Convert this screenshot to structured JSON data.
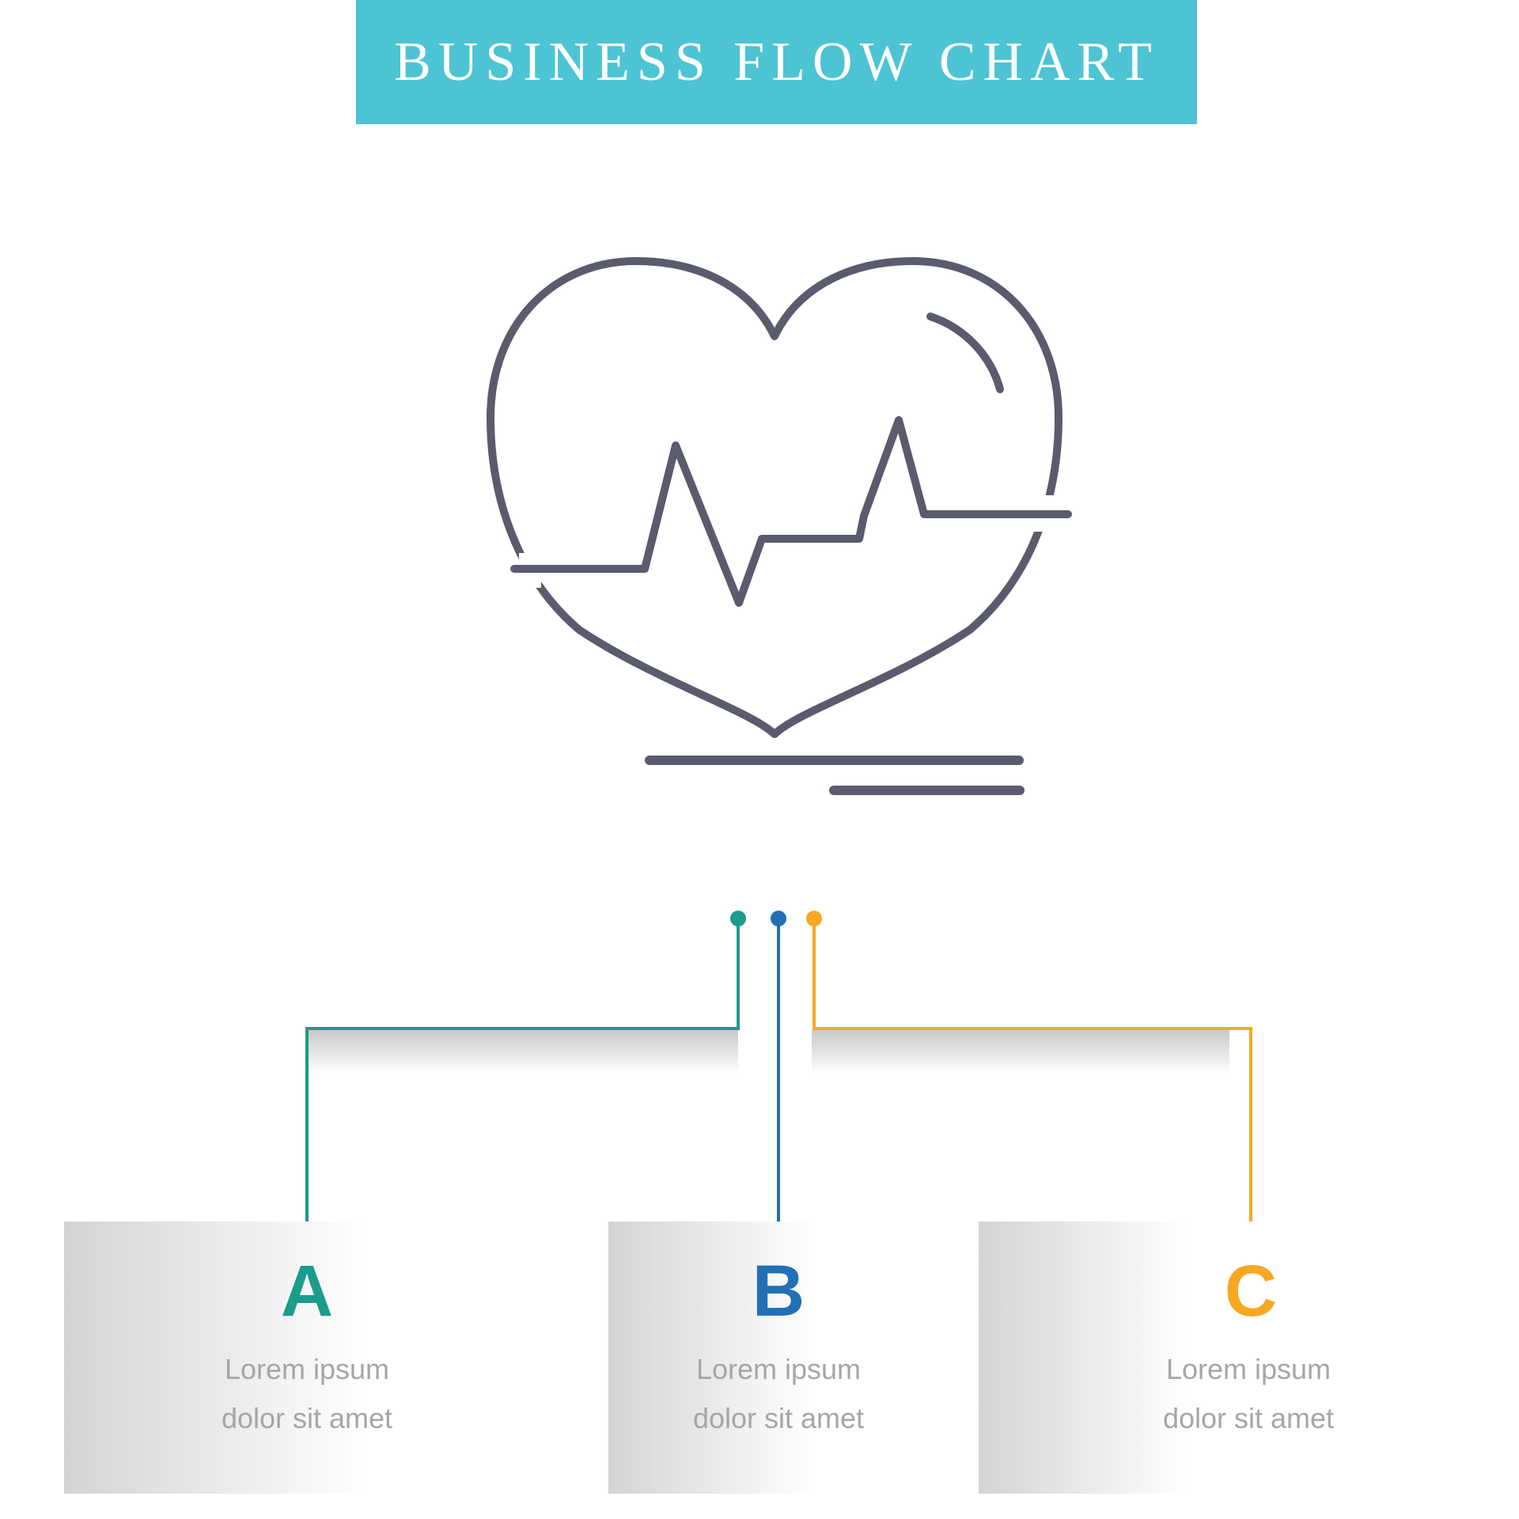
{
  "banner": {
    "title": "BUSINESS FLOW CHART",
    "background_color": "#4cc4d3",
    "text_color": "#ffffff"
  },
  "hero_icon": {
    "name": "heartbeat-heart",
    "stroke_color": "#5b5b6e"
  },
  "flow_chart": {
    "branches": [
      {
        "letter": "A",
        "accent_color": "#1b9c8c",
        "description_line1": "Lorem ipsum",
        "description_line2": "dolor sit amet"
      },
      {
        "letter": "B",
        "accent_color": "#2170b5",
        "description_line1": "Lorem ipsum",
        "description_line2": "dolor sit amet"
      },
      {
        "letter": "C",
        "accent_color": "#f7a823",
        "description_line1": "Lorem ipsum",
        "description_line2": "dolor sit amet"
      }
    ],
    "description_text_color": "#a6a6a6"
  }
}
